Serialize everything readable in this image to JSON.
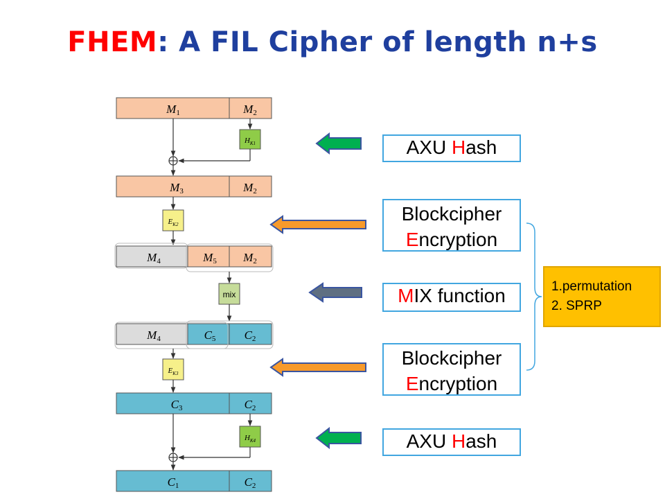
{
  "title": {
    "red": "FHEM",
    "rest": ": A FIL Cipher of length n+s"
  },
  "diagram": {
    "row1": {
      "left": "M1",
      "right": "M2"
    },
    "hash1": "HK1",
    "row3": {
      "left": "M3",
      "right": "M2"
    },
    "enc2": "EK2",
    "row4": {
      "a": "M4",
      "b": "M5",
      "c": "M2"
    },
    "mix": "mix",
    "row5": {
      "a": "M4",
      "b": "C5",
      "c": "C2"
    },
    "enc3": "EK3",
    "row6": {
      "left": "C3",
      "right": "C2"
    },
    "hash2": "HK4",
    "row7": {
      "left": "C1",
      "right": "C2"
    }
  },
  "labels": {
    "axu1": {
      "red": "H",
      "pre": "AXU ",
      "post": "ash"
    },
    "bc1": {
      "line1": "Blockcipher",
      "red": "E",
      "post": "ncryption"
    },
    "mix": {
      "red": "M",
      "post": "IX function"
    },
    "bc2": {
      "line1": "Blockcipher",
      "red": "E",
      "post": "ncryption"
    },
    "axu2": {
      "red": "H",
      "pre": "AXU ",
      "post": "ash"
    }
  },
  "note": {
    "line1": "1.permutation",
    "line2": "2. SPRP"
  },
  "colors": {
    "salmon": "#f9c6a4",
    "blue": "#66bcd2",
    "gray": "#dcdcdc",
    "green_box": "#8fcc48",
    "yellow_box": "#f6f08a",
    "mix_box": "#c6dc9a",
    "green_arrow": "#00b050",
    "orange_arrow": "#f79a2b",
    "gray_arrow": "#5f6f82",
    "label_border": "#41a6e0",
    "note_fill": "#ffc000",
    "title_blue": "#1f3f9e",
    "title_red": "#ff0000"
  }
}
